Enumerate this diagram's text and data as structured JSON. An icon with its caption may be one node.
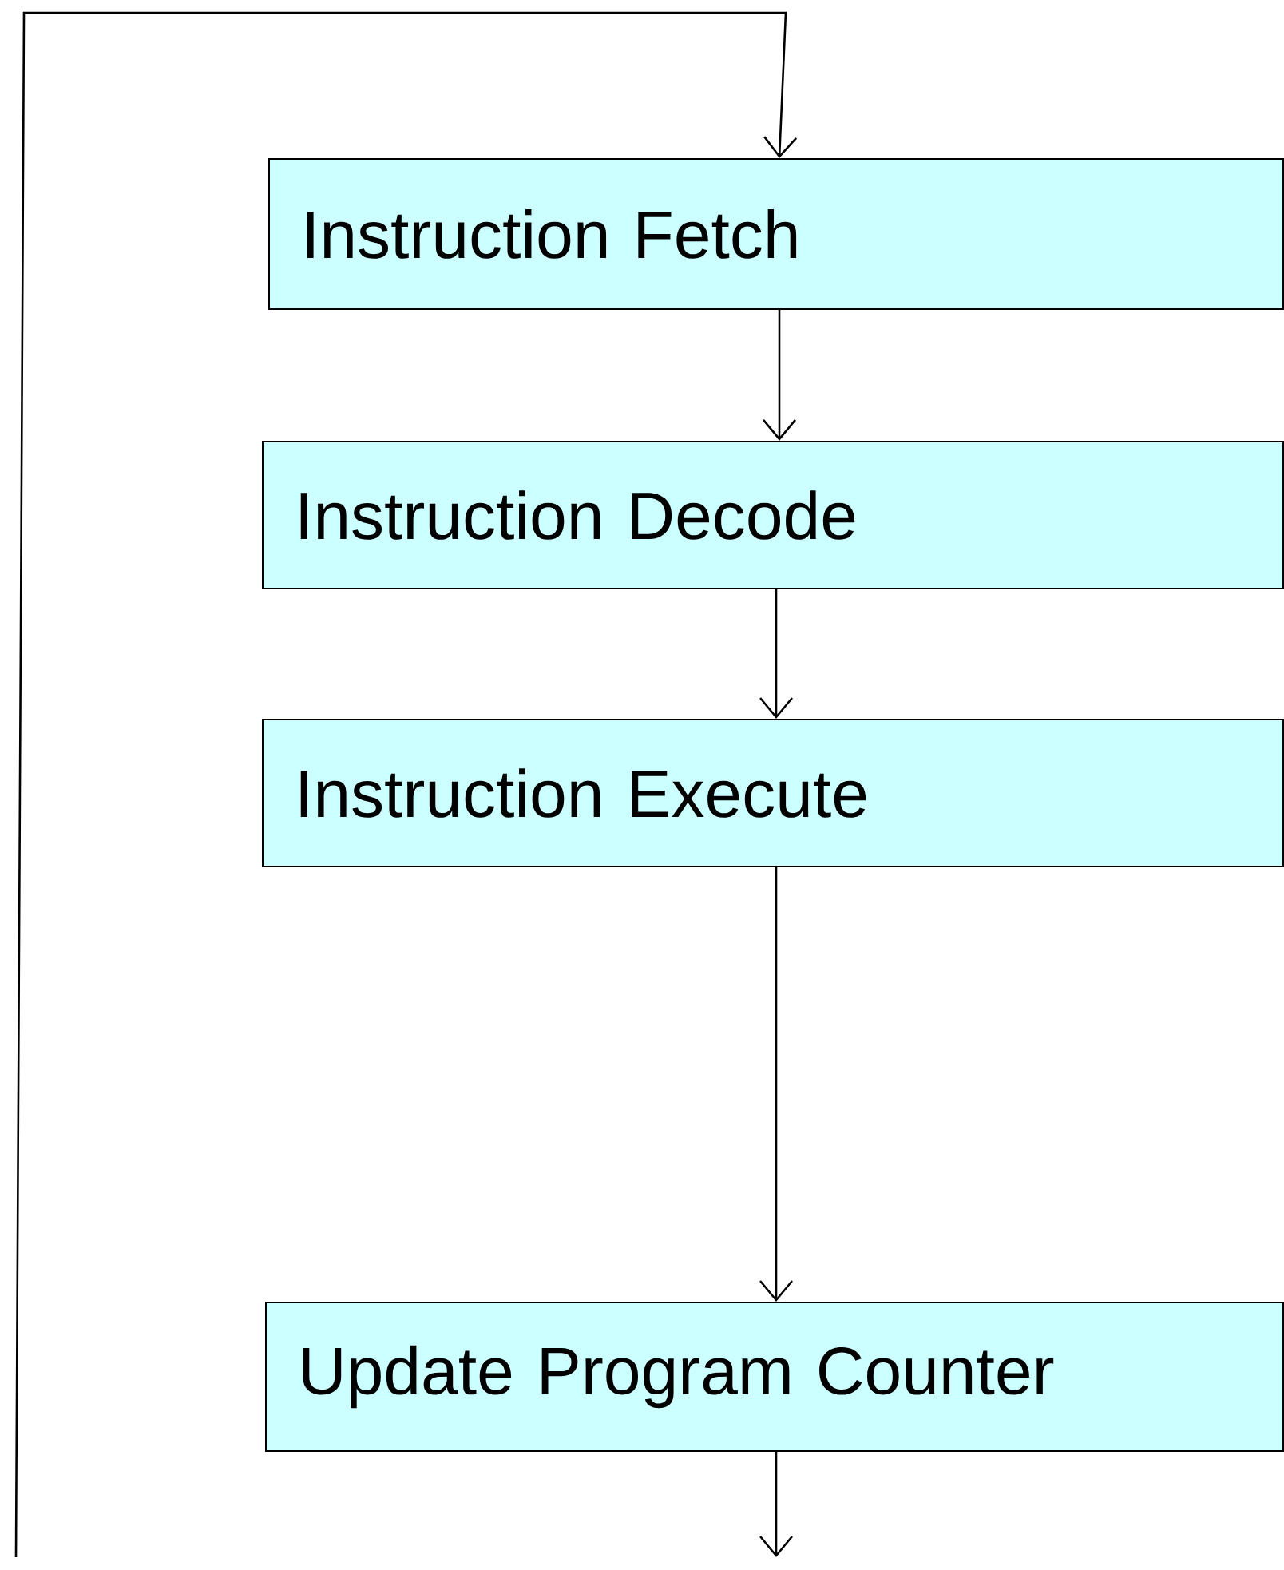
{
  "diagram": {
    "nodes": [
      {
        "text": [
          "Instruction Fetch"
        ]
      },
      {
        "text": [
          "Instruction Decode"
        ]
      },
      {
        "text": [
          "Instruction Execute"
        ]
      },
      {
        "text": [
          "Update Program Counter"
        ]
      }
    ],
    "edges": [
      {
        "from": 0,
        "to": 1,
        "arrow": "to"
      },
      {
        "from": 1,
        "to": 2,
        "arrow": "to"
      },
      {
        "from": 2,
        "to": 3,
        "arrow": "to"
      },
      {
        "from": 3,
        "to": null,
        "arrow": "to"
      },
      {
        "from": null,
        "to": 0,
        "arrow": "to"
      }
    ]
  }
}
